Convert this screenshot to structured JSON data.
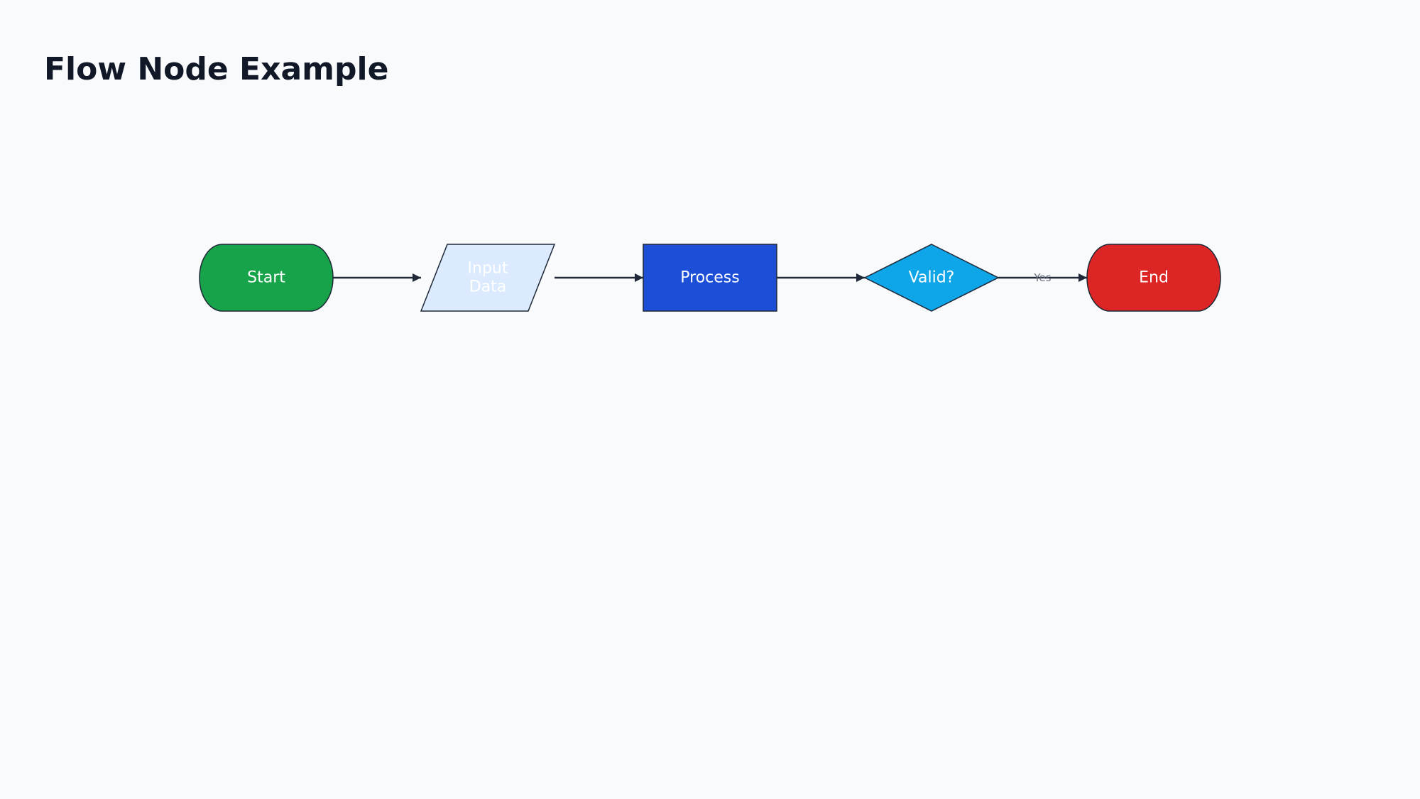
{
  "title": "Flow Node Example",
  "colors": {
    "background": "#f8fafc",
    "title": "#111827",
    "stroke": "#1f2937",
    "edge": "#1f2937",
    "edge_label": "#6b7280"
  },
  "nodes": [
    {
      "id": "start",
      "shape": "terminator",
      "lines": [
        "Start"
      ],
      "fill": "#16a34a",
      "text_color": "#ffffff"
    },
    {
      "id": "input",
      "shape": "parallelogram",
      "lines": [
        "Input",
        "Data"
      ],
      "fill": "#dbeafe",
      "text_color": "#ffffff"
    },
    {
      "id": "process",
      "shape": "rectangle",
      "lines": [
        "Process"
      ],
      "fill": "#1d4ed8",
      "text_color": "#ffffff"
    },
    {
      "id": "valid",
      "shape": "diamond",
      "lines": [
        "Valid?"
      ],
      "fill": "#0ea5e9",
      "text_color": "#ffffff"
    },
    {
      "id": "end",
      "shape": "terminator",
      "lines": [
        "End"
      ],
      "fill": "#dc2626",
      "text_color": "#ffffff"
    }
  ],
  "edges": [
    {
      "from": "start",
      "to": "input",
      "label": ""
    },
    {
      "from": "input",
      "to": "process",
      "label": ""
    },
    {
      "from": "process",
      "to": "valid",
      "label": ""
    },
    {
      "from": "valid",
      "to": "end",
      "label": "Yes"
    }
  ]
}
